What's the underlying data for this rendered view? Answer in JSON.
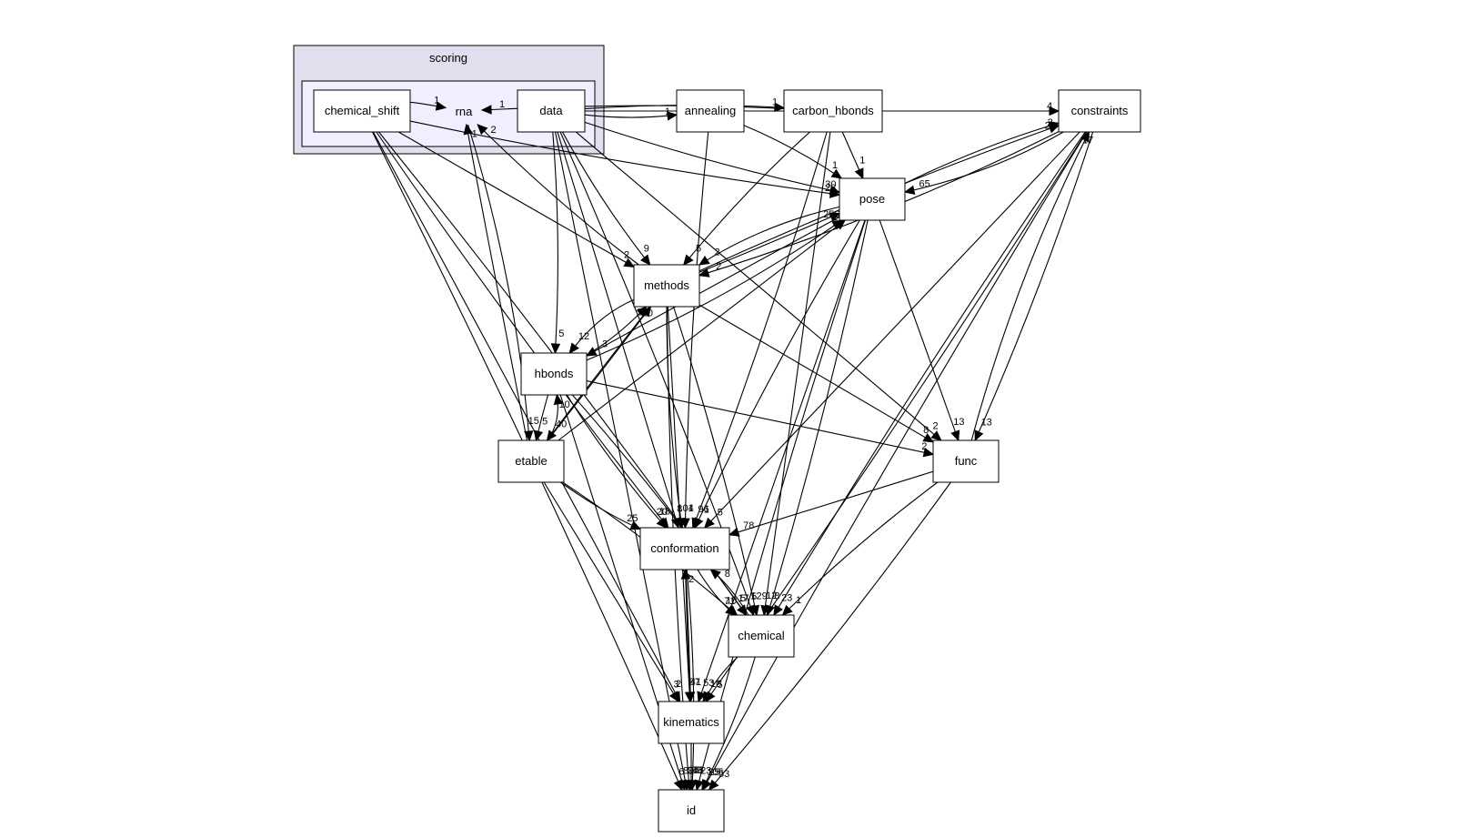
{
  "clusters": {
    "scoring": {
      "label": "scoring",
      "fill": "#dfdfee"
    },
    "rna": {
      "label": "rna",
      "fill": "#efefff"
    }
  },
  "nodes": [
    {
      "id": "chemical_shift",
      "label": "chemical_shift",
      "border": "#000000"
    },
    {
      "id": "data",
      "label": "data",
      "border": "#000000"
    },
    {
      "id": "annealing",
      "label": "annealing",
      "border": "#000000"
    },
    {
      "id": "carbon_hbonds",
      "label": "carbon_hbonds",
      "border": "#000000"
    },
    {
      "id": "constraints",
      "label": "constraints",
      "border": "#000000"
    },
    {
      "id": "pose",
      "label": "pose",
      "border": "#e0191b"
    },
    {
      "id": "methods",
      "label": "methods",
      "border": "#e0191b"
    },
    {
      "id": "hbonds",
      "label": "hbonds",
      "border": "#e0191b"
    },
    {
      "id": "etable",
      "label": "etable",
      "border": "#e0191b"
    },
    {
      "id": "func",
      "label": "func",
      "border": "#000000"
    },
    {
      "id": "conformation",
      "label": "conformation",
      "border": "#e0191b"
    },
    {
      "id": "chemical",
      "label": "chemical",
      "border": "#e0191b"
    },
    {
      "id": "kinematics",
      "label": "kinematics",
      "border": "#e0191b"
    },
    {
      "id": "id",
      "label": "id",
      "border": "#000000"
    }
  ],
  "edges": [
    {
      "from": "chemical_shift",
      "to": "id",
      "label": "6"
    },
    {
      "from": "chemical_shift",
      "to": "kinematics",
      "label": "2"
    },
    {
      "from": "chemical_shift",
      "to": "conformation",
      "label": "18"
    },
    {
      "from": "chemical_shift",
      "to": "chemical",
      "label": "5"
    },
    {
      "from": "chemical_shift",
      "to": "methods",
      "label": "2"
    },
    {
      "from": "chemical_shift",
      "to": "pose",
      "label": "28"
    },
    {
      "from": "chemical_shift",
      "to": "rna",
      "label": "1"
    },
    {
      "from": "data",
      "to": "id",
      "label": "2"
    },
    {
      "from": "data",
      "to": "methods",
      "label": "9"
    },
    {
      "from": "data",
      "to": "hbonds",
      "label": "5"
    },
    {
      "from": "data",
      "to": "func",
      "label": "2"
    },
    {
      "from": "data",
      "to": "pose",
      "label": "30"
    },
    {
      "from": "data",
      "to": "chemical",
      "label": "5"
    },
    {
      "from": "data",
      "to": "conformation",
      "label": "8"
    },
    {
      "from": "data",
      "to": "annealing",
      "label": "1"
    },
    {
      "from": "data",
      "to": "carbon_hbonds",
      "label": "1"
    },
    {
      "from": "data",
      "to": "constraints",
      "label": "4"
    },
    {
      "from": "annealing",
      "to": "conformation",
      "label": "1"
    },
    {
      "from": "annealing",
      "to": "pose",
      "label": "1"
    },
    {
      "from": "carbon_hbonds",
      "to": "pose",
      "label": "1"
    },
    {
      "from": "carbon_hbonds",
      "to": "methods",
      "label": "5"
    },
    {
      "from": "carbon_hbonds",
      "to": "conformation",
      "label": "96"
    },
    {
      "from": "carbon_hbonds",
      "to": "chemical",
      "label": "12"
    },
    {
      "from": "carbon_hbonds",
      "to": "rna",
      "label": "1"
    },
    {
      "from": "constraints",
      "to": "pose",
      "label": "65"
    },
    {
      "from": "constraints",
      "to": "func",
      "label": "13"
    },
    {
      "from": "constraints",
      "to": "id",
      "label": "105"
    },
    {
      "from": "constraints",
      "to": "kinematics",
      "label": "5"
    },
    {
      "from": "constraints",
      "to": "conformation",
      "label": "5"
    },
    {
      "from": "constraints",
      "to": "chemical",
      "label": "23"
    },
    {
      "from": "constraints",
      "to": "methods",
      "label": "2"
    },
    {
      "from": "pose",
      "to": "constraints",
      "label": "2"
    },
    {
      "from": "pose",
      "to": "methods",
      "label": "2"
    },
    {
      "from": "pose",
      "to": "hbonds",
      "label": "3"
    },
    {
      "from": "pose",
      "to": "func",
      "label": "13"
    },
    {
      "from": "pose",
      "to": "conformation",
      "label": "1"
    },
    {
      "from": "pose",
      "to": "chemical",
      "label": "8"
    },
    {
      "from": "pose",
      "to": "kinematics",
      "label": "53"
    },
    {
      "from": "pose",
      "to": "id",
      "label": "23"
    },
    {
      "from": "methods",
      "to": "pose",
      "label": "256"
    },
    {
      "from": "methods",
      "to": "constraints",
      "label": "22"
    },
    {
      "from": "methods",
      "to": "hbonds",
      "label": "12"
    },
    {
      "from": "methods",
      "to": "etable",
      "label": "40"
    },
    {
      "from": "methods",
      "to": "func",
      "label": "8"
    },
    {
      "from": "methods",
      "to": "conformation",
      "label": "104"
    },
    {
      "from": "methods",
      "to": "chemical",
      "label": "129"
    },
    {
      "from": "methods",
      "to": "kinematics",
      "label": "57"
    },
    {
      "from": "methods",
      "to": "id",
      "label": "95"
    },
    {
      "from": "methods",
      "to": "rna",
      "label": "2"
    },
    {
      "from": "hbonds",
      "to": "methods",
      "label": "10"
    },
    {
      "from": "hbonds",
      "to": "pose",
      "label": "5"
    },
    {
      "from": "hbonds",
      "to": "etable",
      "label": "5"
    },
    {
      "from": "hbonds",
      "to": "func",
      "label": "2"
    },
    {
      "from": "hbonds",
      "to": "conformation",
      "label": "20"
    },
    {
      "from": "hbonds",
      "to": "chemical",
      "label": "17"
    },
    {
      "from": "hbonds",
      "to": "id",
      "label": "8"
    },
    {
      "from": "etable",
      "to": "hbonds",
      "label": "10"
    },
    {
      "from": "etable",
      "to": "methods",
      "label": "20"
    },
    {
      "from": "etable",
      "to": "pose",
      "label": "4"
    },
    {
      "from": "etable",
      "to": "conformation",
      "label": "25"
    },
    {
      "from": "etable",
      "to": "chemical",
      "label": "10"
    },
    {
      "from": "etable",
      "to": "kinematics",
      "label": "3"
    },
    {
      "from": "etable",
      "to": "rna",
      "label": "1"
    },
    {
      "from": "func",
      "to": "constraints",
      "label": "17"
    },
    {
      "from": "func",
      "to": "conformation",
      "label": "78"
    },
    {
      "from": "func",
      "to": "chemical",
      "label": "1"
    },
    {
      "from": "func",
      "to": "id",
      "label": "53"
    },
    {
      "from": "conformation",
      "to": "chemical",
      "label": "71"
    },
    {
      "from": "conformation",
      "to": "kinematics",
      "label": "41"
    },
    {
      "from": "conformation",
      "to": "id",
      "label": "45"
    },
    {
      "from": "chemical",
      "to": "conformation",
      "label": "8"
    },
    {
      "from": "chemical",
      "to": "kinematics",
      "label": "10"
    },
    {
      "from": "chemical",
      "to": "id",
      "label": "25"
    },
    {
      "from": "kinematics",
      "to": "id",
      "label": "39"
    },
    {
      "from": "kinematics",
      "to": "conformation",
      "label": "2"
    },
    {
      "from": "rna",
      "to": "etable",
      "label": "15"
    }
  ]
}
